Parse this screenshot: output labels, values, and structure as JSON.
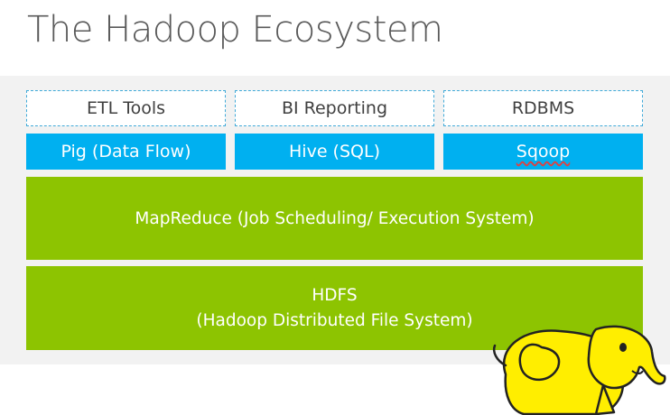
{
  "title": "The Hadoop Ecosystem",
  "top_row": [
    "ETL Tools",
    "BI Reporting",
    "RDBMS"
  ],
  "tools_row": [
    "Pig (Data Flow)",
    "Hive (SQL)",
    "Sqoop"
  ],
  "mapreduce": "MapReduce (Job Scheduling/ Execution System)",
  "hdfs": {
    "line1": "HDFS",
    "line2": "(Hadoop Distributed File System)"
  },
  "colors": {
    "blue": "#00b0f0",
    "green": "#8dc401",
    "dashed_border": "#3fa9d8",
    "panel": "#f2f2f2",
    "elephant": "#ffee00"
  },
  "logo_icon": "hadoop-elephant-icon"
}
